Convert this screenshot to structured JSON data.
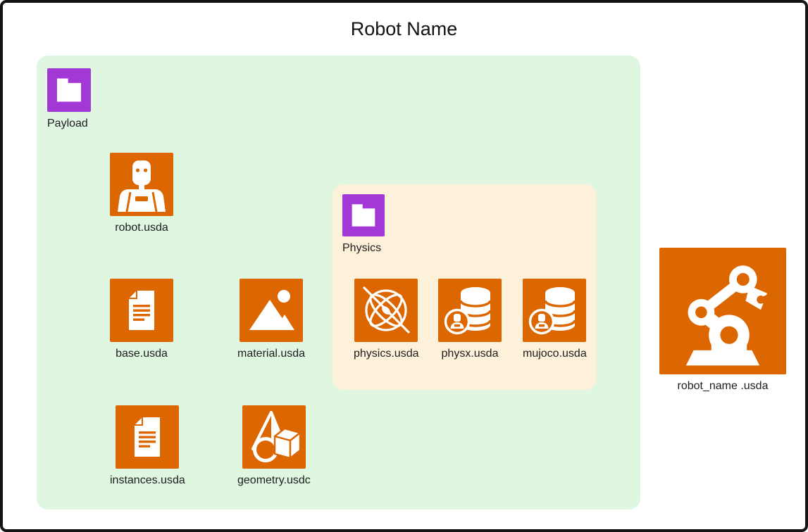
{
  "title": "Robot Name",
  "colors": {
    "accent_orange": "#DC6600",
    "folder_purple": "#A238D6",
    "payload_panel_bg": "#DFF6E0",
    "physics_panel_bg": "#FEF1D9",
    "border_black": "#141414"
  },
  "payload_group": {
    "label": "Payload",
    "icon": "folder-icon",
    "items": {
      "robot": {
        "label": "robot.usda",
        "icon": "robot-bust-icon"
      },
      "base": {
        "label": "base.usda",
        "icon": "document-icon"
      },
      "material": {
        "label": "material.usda",
        "icon": "image-icon"
      },
      "instances": {
        "label": "instances.usda",
        "icon": "document-icon"
      },
      "geometry": {
        "label": "geometry.usdc",
        "icon": "3d-shapes-icon"
      }
    }
  },
  "physics_group": {
    "label": "Physics",
    "icon": "folder-icon",
    "items": {
      "physics": {
        "label": "physics.usda",
        "icon": "gyroscope-icon"
      },
      "physx": {
        "label": "physx.usda",
        "icon": "database-robot-icon"
      },
      "mujoco": {
        "label": "mujoco.usda",
        "icon": "database-robot-icon"
      }
    }
  },
  "root_file": {
    "label": "robot_name .usda",
    "icon": "robot-arm-icon"
  }
}
